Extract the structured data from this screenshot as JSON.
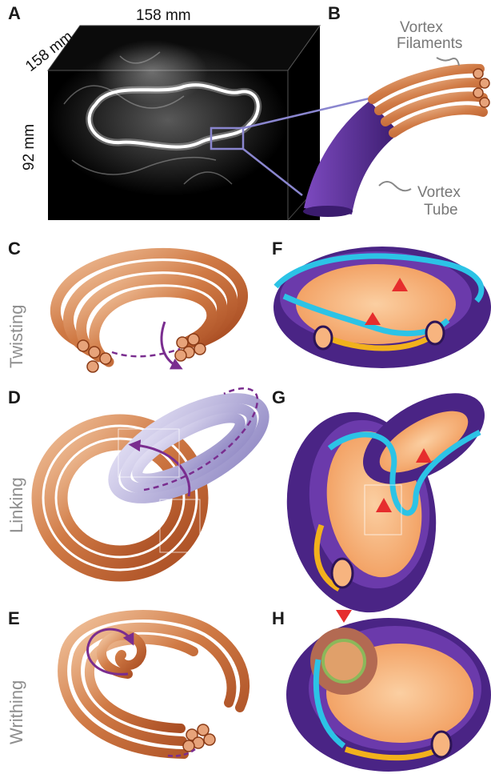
{
  "panels": {
    "a": "A",
    "b": "B",
    "c": "C",
    "d": "D",
    "e": "E",
    "f": "F",
    "g": "G",
    "h": "H"
  },
  "dimensions": {
    "width": "158 mm",
    "depth": "158 mm",
    "height": "92 mm"
  },
  "callouts": {
    "filaments_line1": "Vortex",
    "filaments_line2": "Filaments",
    "tube_line1": "Vortex",
    "tube_line2": "Tube"
  },
  "side_labels": {
    "twisting": "Twisting",
    "linking": "Linking",
    "writhing": "Writhing"
  },
  "colors": {
    "filament_copper": "#c8693a",
    "filament_light": "#f0c8a4",
    "tube_purple": "#5a2d91",
    "linked_lavender": "#b6b0dc",
    "cyan_filament": "#2cc3e6",
    "yellow_filament": "#f2b11c",
    "surface_orange": "#f7b47f",
    "arrow_red": "#e62d2d",
    "dashed_purple": "#7a2d8f"
  }
}
